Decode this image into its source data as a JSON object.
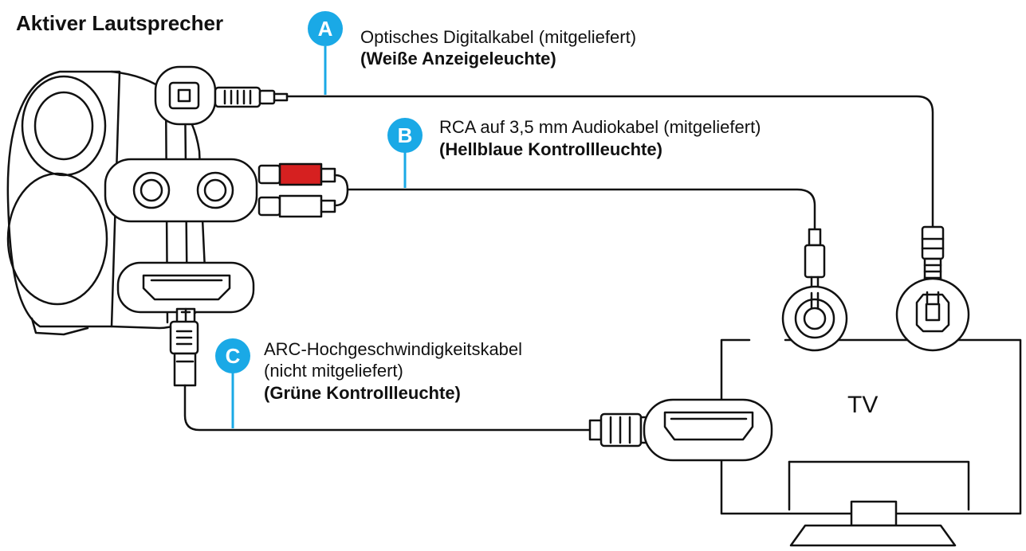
{
  "title": "Aktiver Lautsprecher",
  "tv_label": "TV",
  "colors": {
    "accent": "#1aa9e6",
    "rca_red": "#d62020",
    "line": "#111111"
  },
  "connections": [
    {
      "badge": "A",
      "line1": "Optisches Digitalkabel (mitgeliefert)",
      "line2": "(Weiße Anzeigeleuchte)"
    },
    {
      "badge": "B",
      "line1": "RCA auf 3,5 mm Audiokabel (mitgeliefert)",
      "line2": "(Hellblaue Kontrollleuchte)"
    },
    {
      "badge": "C",
      "line1": "ARC-Hochgeschwindigkeitskabel",
      "line2": "(nicht mitgeliefert)",
      "line3": "(Grüne Kontrollleuchte)"
    }
  ]
}
